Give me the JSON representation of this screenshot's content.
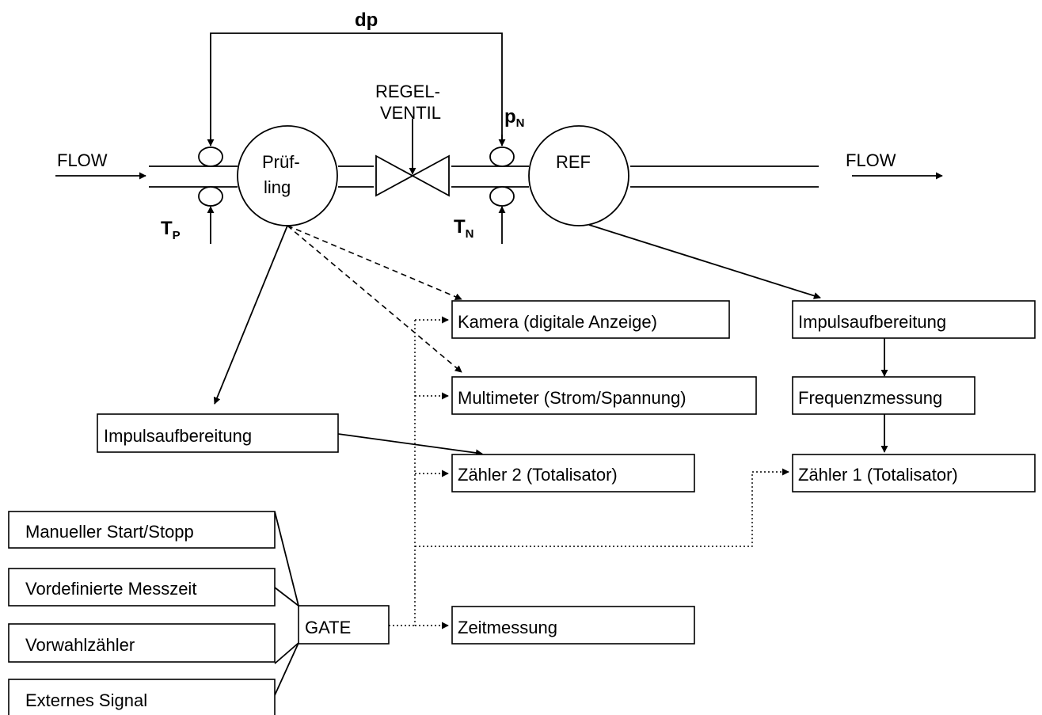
{
  "labels": {
    "flow_in": "FLOW",
    "flow_out": "FLOW",
    "dp": "dp",
    "valve_line1": "REGEL-",
    "valve_line2": "VENTIL",
    "pn_main": "p",
    "pn_sub": "N",
    "tp_main": "T",
    "tp_sub": "P",
    "tn_main": "T",
    "tn_sub": "N",
    "pruefling_line1": "Prüf-",
    "pruefling_line2": "ling",
    "ref": "REF"
  },
  "boxes": {
    "kamera": "Kamera (digitale Anzeige)",
    "multimeter": "Multimeter (Strom/Spannung)",
    "zaehler2": "Zähler 2 (Totalisator)",
    "zeitmessung": "Zeitmessung",
    "impuls_left": "Impulsaufbereitung",
    "impuls_right": "Impulsaufbereitung",
    "frequenz": "Frequenzmessung",
    "zaehler1": "Zähler 1 (Totalisator)",
    "gate": "GATE",
    "manuell": "Manueller Start/Stopp",
    "messzeit": "Vordefinierte Messzeit",
    "vorwahl": "Vorwahlzähler",
    "extern": "Externes Signal"
  }
}
